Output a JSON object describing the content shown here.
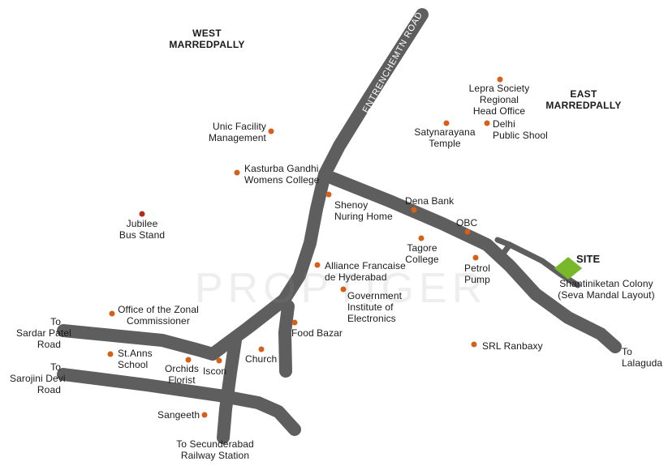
{
  "map": {
    "colors": {
      "road": "#5e5e5e",
      "dot": "#d4601a",
      "dot_red": "#b5291c",
      "site": "#79b82a",
      "road_name_text": "#ffffff"
    },
    "area_labels": {
      "west_marredpally": "WEST\nMARREDPALLY",
      "east_marredpally": "EAST\nMARREDPALLY"
    },
    "road_name": "ENTRENCHEMTN ROAD",
    "site": {
      "title": "SITE",
      "address": "Shantiniketan Colony\n(Seva Mandal Layout)"
    },
    "directions": {
      "sardar_patel": "To\nSardar Patel\nRoad",
      "sarojini_devi": "To\nSarojini Devi\nRoad",
      "secunderabad": "To Secunderabad\nRailway Station",
      "lalaguda": "To\nLalaguda"
    },
    "landmarks": {
      "lepra": "Lepra Society\nRegional\nHead Office",
      "unic": "Unic Facility\nManagement",
      "satyanarayana": "Satynarayana\nTemple",
      "delhi_school": "Delhi\nPublic Shool",
      "kasturba": "Kasturba Gandhi\nWomens College",
      "shenoy": "Shenoy\nNuring Home",
      "dena": "Dena Bank",
      "jubilee": "Jubilee\nBus Stand",
      "obc": "OBC",
      "tagore": "Tagore\nCollege",
      "petrol": "Petrol\nPump",
      "alliance": "Alliance Francaise\nde Hyderabad",
      "gov_institute": "Government\nInstitute of\nElectronics",
      "zonal": "Office of the Zonal\nCommissioner",
      "food_bazar": "Food Bazar",
      "srl": "SRL Ranbaxy",
      "st_anns": "St.Anns\nSchool",
      "church": "Church",
      "orchids": "Orchids\nFlorist",
      "iscon": "Iscon",
      "sangeeth": "Sangeeth"
    },
    "watermark": "PROPTIGER"
  }
}
